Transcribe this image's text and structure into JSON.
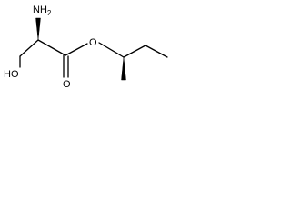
{
  "molecule": {
    "atoms": {
      "amine": {
        "symbol": "NH",
        "subscript": "2"
      },
      "hydroxyl": {
        "symbol": "HO"
      },
      "carbonyl_oxygen": {
        "symbol": "O"
      },
      "ester_oxygen": {
        "symbol": "O"
      }
    },
    "stereo": {
      "alpha_carbon": "wedge-up",
      "ester_chiral_carbon": "wedge-down"
    },
    "colors": {
      "ink": "#000000",
      "background": "#ffffff"
    }
  }
}
